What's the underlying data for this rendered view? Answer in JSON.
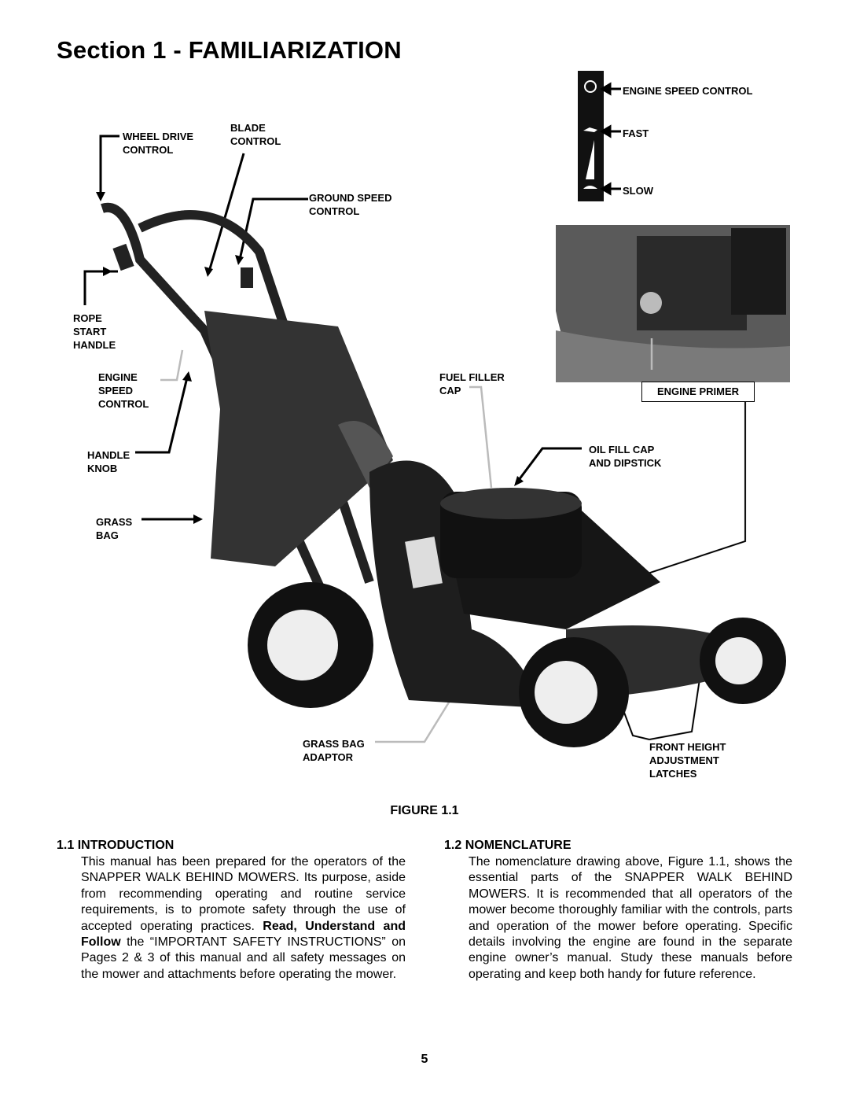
{
  "title": "Section 1 - FAMILIARIZATION",
  "labels": {
    "engine_speed_control_top": "ENGINE SPEED CONTROL",
    "fast": "FAST",
    "slow": "SLOW",
    "wheel_drive_control": "WHEEL DRIVE\nCONTROL",
    "blade_control": "BLADE\nCONTROL",
    "ground_speed_control": "GROUND SPEED\nCONTROL",
    "rope_start_handle": "ROPE\nSTART\nHANDLE",
    "engine_speed_control": "ENGINE\nSPEED\nCONTROL",
    "fuel_filler_cap": "FUEL FILLER\nCAP",
    "engine_primer": "ENGINE PRIMER",
    "handle_knob": "HANDLE\nKNOB",
    "oil_fill_cap": "OIL FILL CAP\nAND DIPSTICK",
    "grass_bag": "GRASS\nBAG",
    "grass_bag_adaptor": "GRASS BAG\nADAPTOR",
    "front_height": "FRONT HEIGHT\nADJUSTMENT\nLATCHES"
  },
  "figure_caption": "FIGURE 1.1",
  "intro": {
    "heading": "1.1 INTRODUCTION",
    "text_a": "This manual has been prepared for the operators of the SNAPPER WALK BEHIND MOWERS. Its purpose, aside from recommending operating and routine service requirements, is to promote safety through the use of accepted operating practices.",
    "bold": "Read, Understand and Follow",
    "text_b": " the “IMPORTANT SAFETY INSTRUCTIONS” on Pages 2 & 3 of this manual and all safety messages on the mower and attachments before operating the mower."
  },
  "nomenclature": {
    "heading": "1.2 NOMENCLATURE",
    "text": "The nomenclature drawing above, Figure 1.1, shows the essential parts of the SNAPPER WALK BEHIND MOWERS.  It is recommended that all operators of the mower become thoroughly familiar with the controls, parts and operation of the mower before operating.  Specific details involving the engine are found in the separate engine owner’s manual.  Study these manuals before operating and keep both handy for future reference."
  },
  "page_number": "5"
}
